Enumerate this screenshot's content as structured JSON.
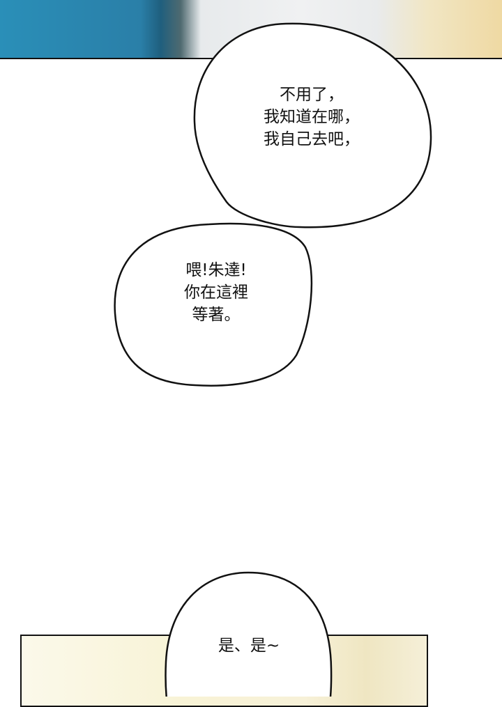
{
  "bubbles": [
    {
      "lines": [
        "不用了，",
        "我知道在哪，",
        "我自己去吧，"
      ]
    },
    {
      "lines": [
        "喂!朱達!",
        "你在這裡",
        "等著。"
      ]
    },
    {
      "lines": [
        "是、是~"
      ]
    }
  ],
  "colors": {
    "outline": "#111111",
    "bubble_fill": "#ffffff"
  }
}
